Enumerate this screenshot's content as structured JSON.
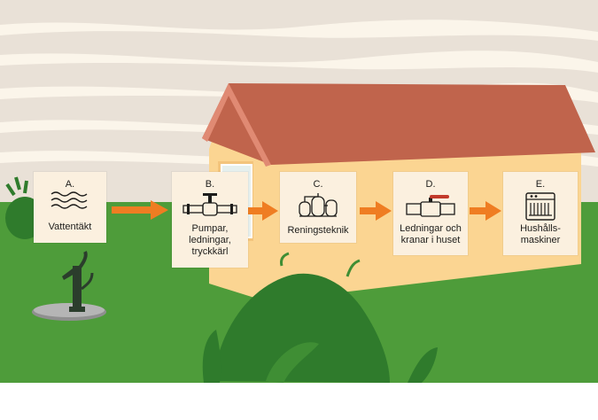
{
  "steps": [
    {
      "letter": "A.",
      "label": "Vattentäkt",
      "icon": "waves-icon"
    },
    {
      "letter": "B.",
      "label": "Pumpar,\nledningar,\ntryckkärl",
      "icon": "pipe-valve-icon"
    },
    {
      "letter": "C.",
      "label": "Reningsteknik",
      "icon": "treatment-plant-icon"
    },
    {
      "letter": "D.",
      "label": "Ledningar och\nkranar i huset",
      "icon": "ball-valve-icon"
    },
    {
      "letter": "E.",
      "label": "Hushålls-\nmaskiner",
      "icon": "dishwasher-icon"
    }
  ],
  "colors": {
    "sky": "#e9e1d7",
    "sky_band": "#fbf5ea",
    "grass": "#4e9c3a",
    "grass_dark": "#2f7b2c",
    "wall": "#fbd592",
    "wall_shade": "#f3c47c",
    "roof": "#c0644c",
    "arrow": "#ef7d22",
    "card": "#fbf0df"
  }
}
